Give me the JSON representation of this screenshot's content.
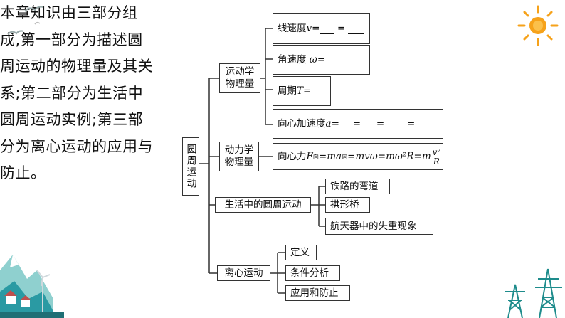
{
  "intro": "本章知识由三部分组成,第一部分为描述圆周运动的物理量及其关系;第二部分为生活中圆周运动实例;第三部分为离心运动的应用与防止。",
  "root": "圆周运动",
  "branches": {
    "kinematics": "运动学物理量",
    "dynamics": "动力学物理量",
    "life": "生活中的圆周运动",
    "centrifugal": "离心运动"
  },
  "kinematics_items": {
    "linear_speed_label": "线速度",
    "linear_speed_var": "v",
    "angular_speed_label": "角速度",
    "angular_speed_var": "ω",
    "period_label": "周期",
    "period_var": "T",
    "centripetal_acc_label": "向心加速度",
    "centripetal_acc_var": "a"
  },
  "dynamics_items": {
    "force_label": "向心力",
    "force_var": "F",
    "force_sub": "向",
    "eq_m": "m",
    "eq_a": "a",
    "eq_a_sub": "向",
    "eq_rest": "mvω=mω²R=m",
    "frac_num": "v²",
    "frac_den": "R"
  },
  "life_items": [
    "铁路的弯道",
    "拱形桥",
    "航天器中的失重现象"
  ],
  "centrifugal_items": [
    "定义",
    "条件分析",
    "应用和防止"
  ],
  "symbols": {
    "eq": "="
  },
  "colors": {
    "line": "#333333",
    "sun": "#f6a21a",
    "teal": "#2a9aa3"
  }
}
